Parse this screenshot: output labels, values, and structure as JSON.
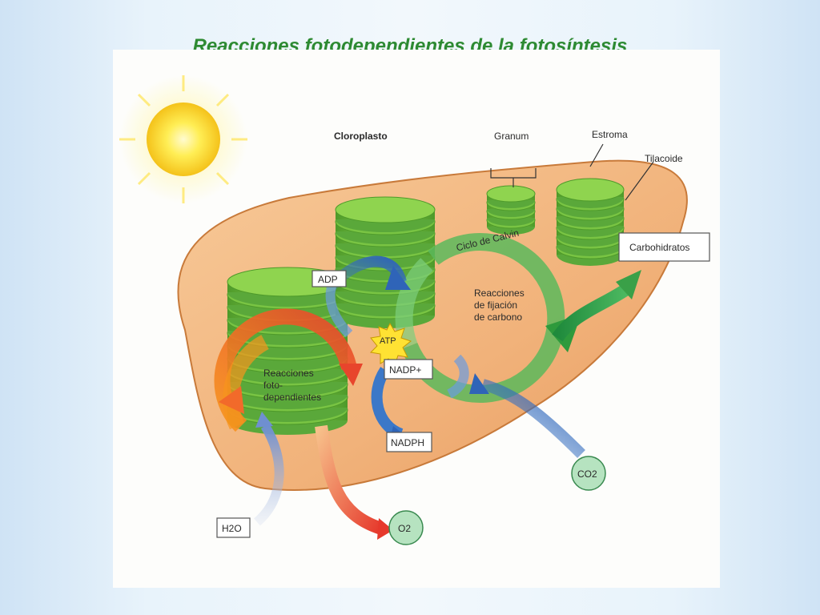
{
  "title": "Reacciones fotodependientes de la fotosíntesis",
  "labels": {
    "chloroplast": "Cloroplasto",
    "granum": "Granum",
    "stroma": "Estroma",
    "thylakoid": "Tilacoide",
    "carbohydrates": "Carbohidratos",
    "calvin_cycle": "Ciclo de Calvin",
    "carbon_fixation": [
      "Reacciones",
      "de fijación",
      "de carbono"
    ],
    "light_reactions": [
      "Reacciones",
      "foto-",
      "dependientes"
    ],
    "adp": "ADP",
    "atp": "ATP",
    "nadp": "NADP+",
    "nadph": "NADPH",
    "co2": "CO2",
    "h2o": "H2O",
    "o2": "O2"
  },
  "colors": {
    "title": "#2d8a32",
    "stroma": "#f2b47c",
    "thylakoid": "#7cc242",
    "calvin_arrow": "#3aa048",
    "light_arrow": "#f06a30",
    "blue_arrow": "#3c78c8",
    "sun": "#ffe23a"
  }
}
